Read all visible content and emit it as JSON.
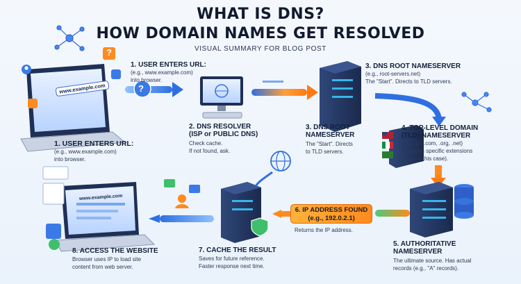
{
  "header": {
    "title_line1": "WHAT IS DNS?",
    "title_line2": "HOW DOMAIN NAMES GET RESOLVED",
    "subtitle": "VISUAL SUMMARY FOR BLOG POST"
  },
  "steps": {
    "s1_top": {
      "heading": "1. USER ENTERS URL:",
      "body1": "(e.g., www.example.com)",
      "body2": "into browser."
    },
    "s1_left": {
      "heading": "1. USER ENTERS URL:",
      "body1": "(e.g., www.example.com)",
      "body2": "into browser."
    },
    "s2": {
      "heading1": "2. DNS RESOLVER",
      "heading2": "(ISP or PUBLIC DNS)",
      "body1": "Check cache.",
      "body2": "If not found, ask."
    },
    "s3_mid": {
      "heading1": "3. DNS ROOT",
      "heading2": "NAMESERVER",
      "body1": "The \"Start\". Directs",
      "body2": "to TLD servers."
    },
    "s3_top": {
      "heading": "3. DNS ROOT NAMESERVER",
      "body1": "(e.g., root-servers.net)",
      "body2": "The \"Start\". Directs to TLD servers."
    },
    "s4": {
      "heading1": "4. TOP-LEVEL DOMAIN",
      "heading2": "(TLD) NAMESERVER",
      "body1": "(e.g., for .com, .org, .net)",
      "body2": "Manages specific extensions",
      "body3": "(.com in this case)."
    },
    "s5": {
      "heading1": "5. AUTHORITATIVE",
      "heading2": "NAMESERVER",
      "body1": "The ultimate source. Has actual",
      "body2": "records (e.g., \"A\" records)."
    },
    "s6": {
      "heading1": "6. IP ADDRESS FOUND",
      "heading2": "(e.g., 192.0.2.1)",
      "body": "Returns the IP address."
    },
    "s7": {
      "heading": "7. CACHE THE RESULT",
      "body1": "Saves for future reference.",
      "body2": "Faster response next time."
    },
    "s8": {
      "heading": "8. ACCESS THE WEBSITE",
      "body1": "Browser uses IP to load site",
      "body2": "content from web server."
    }
  },
  "labels": {
    "url_bubble": "www.example.com",
    "screen_url": "www.example.com",
    "question_mark": "?"
  },
  "colors": {
    "arrow_blue": "#2f6fe0",
    "arrow_orange": "#ff8a1e",
    "server_dark": "#24365e",
    "accent_cyan": "#36b6ea"
  }
}
